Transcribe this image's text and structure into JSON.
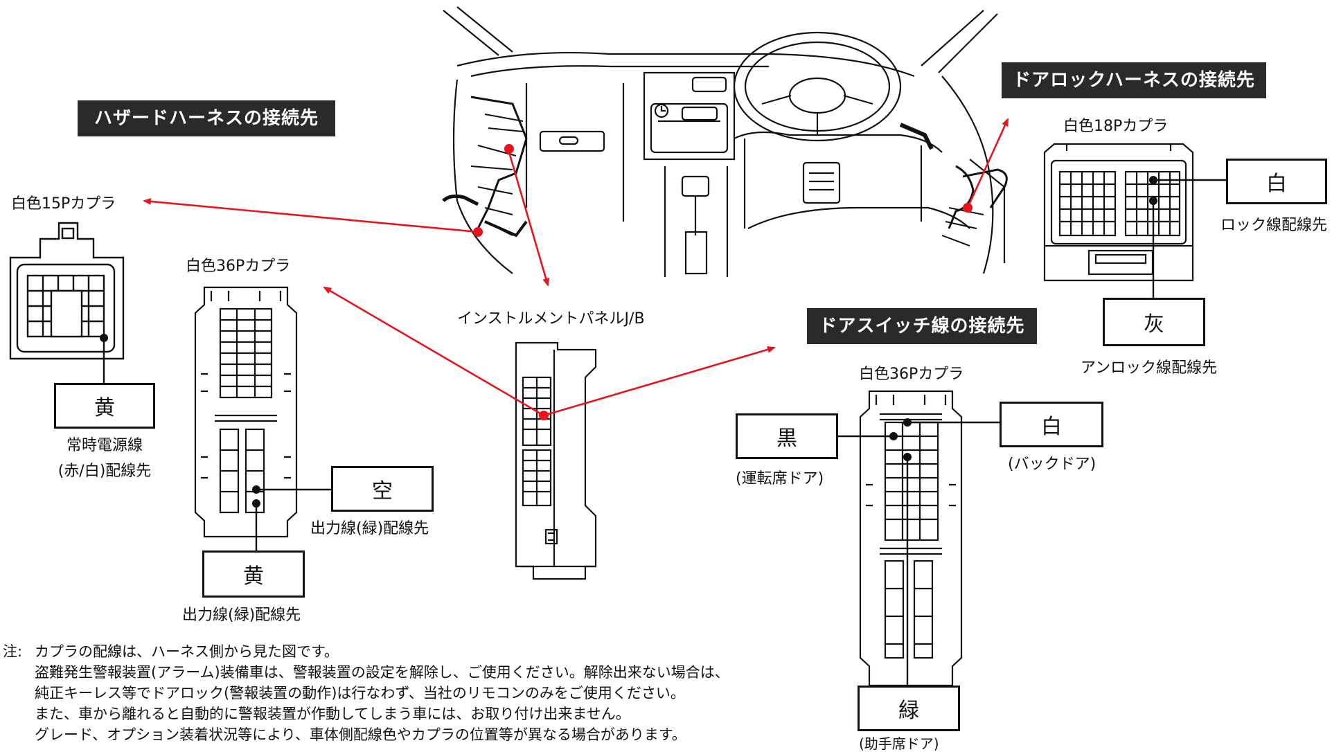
{
  "titles": {
    "hazard": "ハザードハーネスの接続先",
    "doorlock": "ドアロックハーネスの接続先",
    "doorswitch": "ドアスイッチ線の接続先"
  },
  "connectors": {
    "c15p": "白色15Pカプラ",
    "c36p_left": "白色36Pカプラ",
    "c18p": "白色18Pカプラ",
    "c36p_right": "白色36Pカプラ"
  },
  "jb_label": "インストルメントパネルJ/B",
  "wires": {
    "yellow_const": {
      "color": "黄",
      "caption_line1": "常時電源線",
      "caption_line2": "(赤/白)配線先"
    },
    "sky_out": {
      "color": "空",
      "caption": "出力線(緑)配線先"
    },
    "yellow_out": {
      "color": "黄",
      "caption": "出力線(緑)配線先"
    },
    "white_lock": {
      "color": "白",
      "caption": "ロック線配線先"
    },
    "gray_unlock": {
      "color": "灰",
      "caption": "アンロック線配線先"
    },
    "black_driver": {
      "color": "黒",
      "caption": "(運転席ドア)"
    },
    "white_back": {
      "color": "白",
      "caption": "(バックドア)"
    },
    "green_passenger": {
      "color": "緑",
      "caption": "(助手席ドア)"
    }
  },
  "notes": {
    "prefix": "注:",
    "lines": [
      "カプラの配線は、ハーネス側から見た図です。",
      "盗難発生警報装置(アラーム)装備車は、警報装置の設定を解除し、ご使用ください。解除出来ない場合は、",
      "純正キーレス等でドアロック(警報装置の動作)は行なわず、当社のリモコンのみをご使用ください。",
      "また、車から離れると自動的に警報装置が作動してしまう車には、お取り付け出来ません。",
      "グレード、オプション装着状況等により、車体側配線色やカプラの位置等が異なる場合があります。"
    ]
  },
  "colors": {
    "arrow": "#e8141c",
    "title_bg": "#2a2a2a",
    "line": "#111111"
  }
}
